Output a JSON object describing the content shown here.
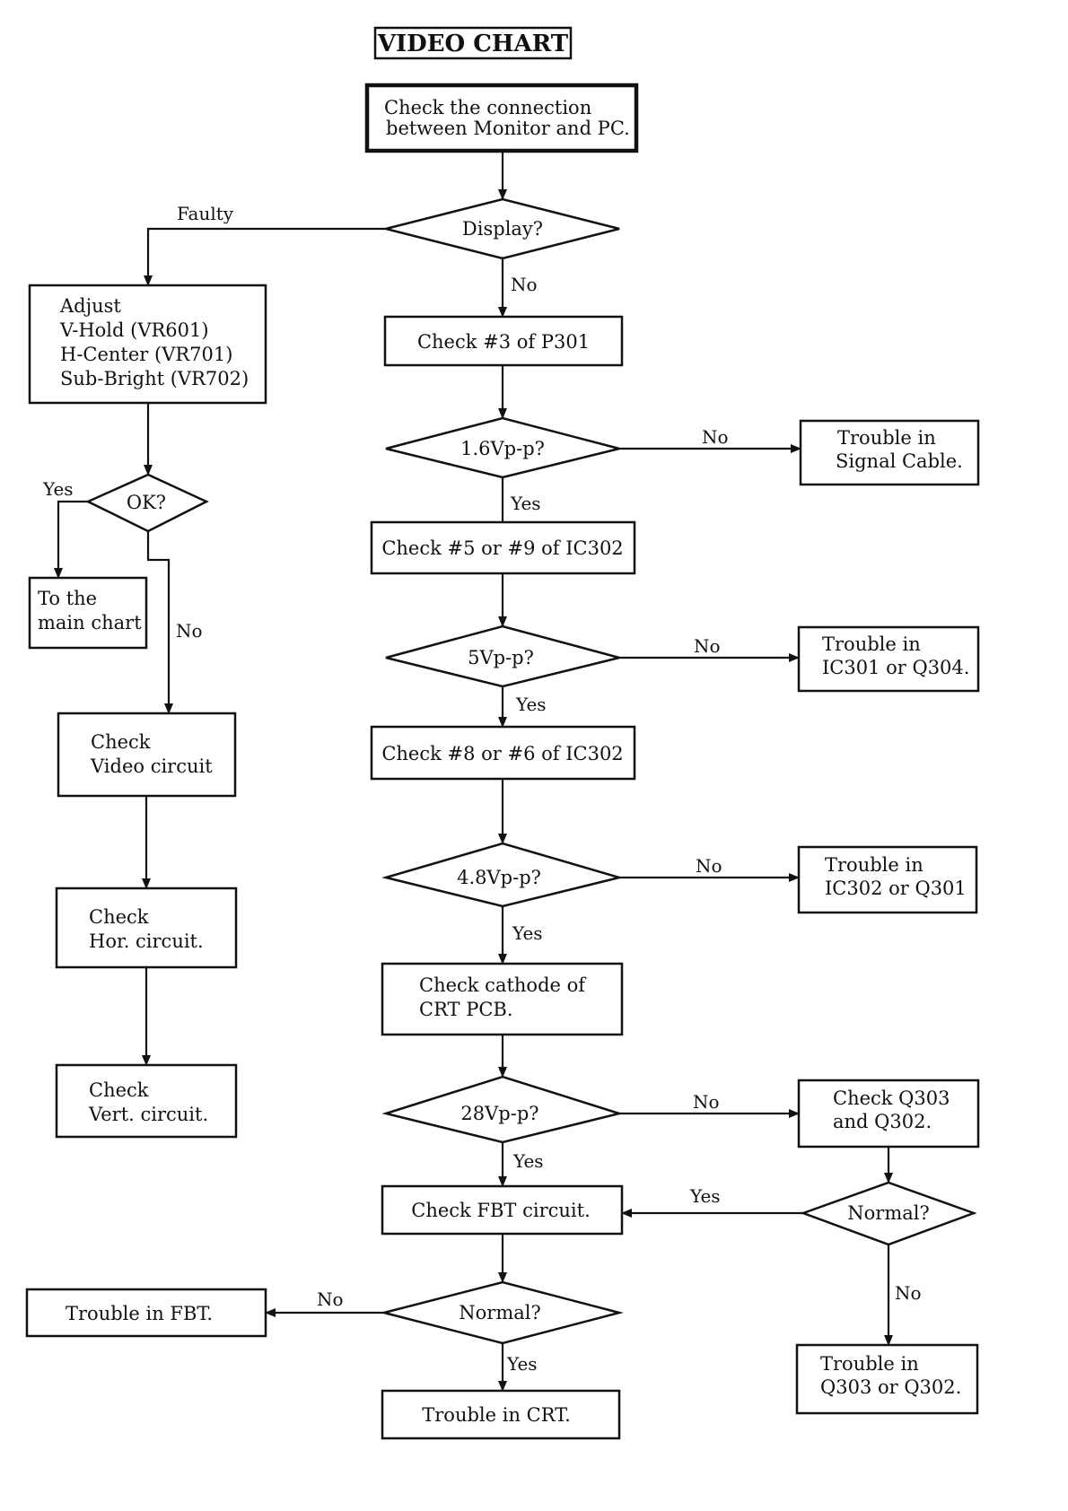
{
  "title": "VIDEO CHART",
  "nodes": {
    "start": [
      "Check the connection",
      "between Monitor and PC."
    ],
    "display_q": [
      "Display?"
    ],
    "adjust": [
      "Adjust",
      "V-Hold (VR601)",
      "H-Center (VR701)",
      "Sub-Bright (VR702)"
    ],
    "ok_q": [
      "OK?"
    ],
    "main_chart": [
      "To the",
      "main chart"
    ],
    "check_video": [
      "Check",
      "Video circuit"
    ],
    "check_hor": [
      "Check",
      "Hor. circuit."
    ],
    "check_vert": [
      "Check",
      "Vert. circuit."
    ],
    "check_p301": [
      "Check #3 of P301"
    ],
    "q_16": [
      "1.6Vp-p?"
    ],
    "trouble_cable": [
      "Trouble in",
      "Signal Cable."
    ],
    "check_ic302_59": [
      "Check #5 or #9 of IC302"
    ],
    "q_5": [
      "5Vp-p?"
    ],
    "trouble_ic301": [
      "Trouble in",
      "IC301 or Q304."
    ],
    "check_ic302_86": [
      "Check #8 or #6 of IC302"
    ],
    "q_48": [
      "4.8Vp-p?"
    ],
    "trouble_ic302": [
      "Trouble in",
      "IC302 or Q301"
    ],
    "check_cathode": [
      "Check cathode of",
      "CRT PCB."
    ],
    "q_28": [
      "28Vp-p?"
    ],
    "check_q303": [
      "Check Q303",
      "and Q302."
    ],
    "check_fbt": [
      "Check FBT circuit."
    ],
    "normal_right": [
      "Normal?"
    ],
    "normal_fbt": [
      "Normal?"
    ],
    "trouble_fbt": [
      "Trouble in FBT."
    ],
    "trouble_crt": [
      "Trouble in CRT."
    ],
    "trouble_q303": [
      "Trouble in",
      "Q303 or Q302."
    ]
  },
  "edge_labels": {
    "faulty": "Faulty",
    "display_no": "No",
    "q16_no": "No",
    "q16_yes": "Yes",
    "ok_yes": "Yes",
    "ok_no": "No",
    "q5_no": "No",
    "q5_yes": "Yes",
    "q48_no": "No",
    "q48_yes": "Yes",
    "q28_no": "No",
    "q28_yes": "Yes",
    "normal_right_yes": "Yes",
    "normal_right_no": "No",
    "normal_fbt_no": "No",
    "normal_fbt_yes": "Yes"
  }
}
